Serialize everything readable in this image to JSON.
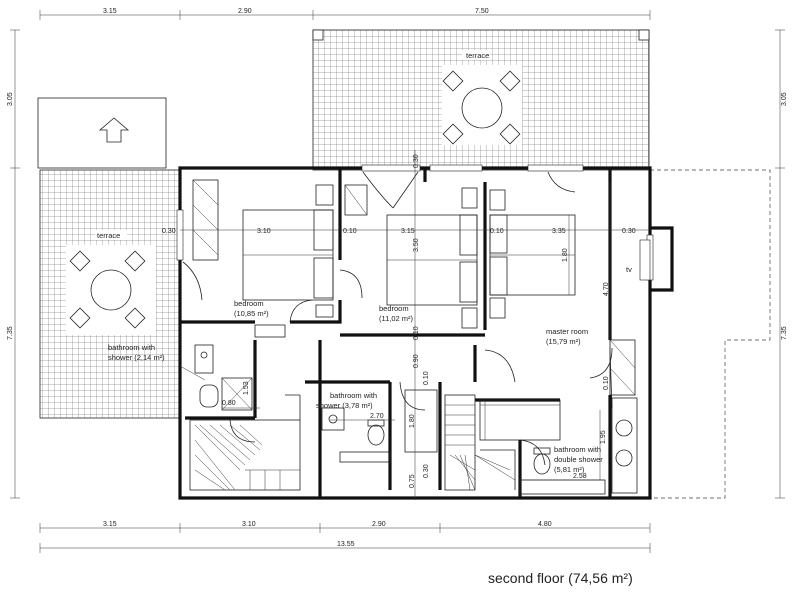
{
  "plan": {
    "caption": "second floor (74,56 m²)",
    "rooms": {
      "terrace_top": "terrace",
      "terrace_left": "terrace",
      "bedroom_1_name": "bedroom",
      "bedroom_1_area": "(10,85 m²)",
      "bedroom_2_name": "bedroom",
      "bedroom_2_area": "(11,02 m²)",
      "master_name": "master room",
      "master_area": "(15,79 m²)",
      "bath_left_line1": "bathroom with",
      "bath_left_line2": "shower (2,14 m²)",
      "bath_mid_line1": "bathroom with",
      "bath_mid_line2": "shower (3,78 m²)",
      "bath_right_line1": "bathroom with",
      "bath_right_line2": "double shower",
      "bath_right_line3": "(5,81 m²)",
      "tv": "tv"
    },
    "dims_top": [
      "3.15",
      "2.90",
      "7.50"
    ],
    "dims_bottom": [
      "3.15",
      "3.10",
      "2.90",
      "4.80"
    ],
    "dim_total": "13.55",
    "dims_left": [
      "3.05",
      "7.35"
    ],
    "dims_right": [
      "3.05",
      "7.35"
    ],
    "dims_inner": {
      "d_030a": "0.30",
      "d_310": "3.10",
      "d_010a": "0.10",
      "d_315": "3.15",
      "d_010b": "0.10",
      "d_335": "3.35",
      "d_030b": "0.30",
      "d_030_top": "0.30",
      "d_350": "3.50",
      "d_180": "1.80",
      "d_470": "4.70",
      "d_010c": "0.10",
      "d_090": "0.90",
      "d_010d": "0.10",
      "d_010e": "0.10",
      "d_153": "1.53",
      "d_080": "0.80",
      "d_270": "2.70",
      "d_180b": "1.80",
      "d_195": "1.95",
      "d_258": "2.58",
      "d_075": "0.75",
      "d_030c": "0.30"
    }
  }
}
